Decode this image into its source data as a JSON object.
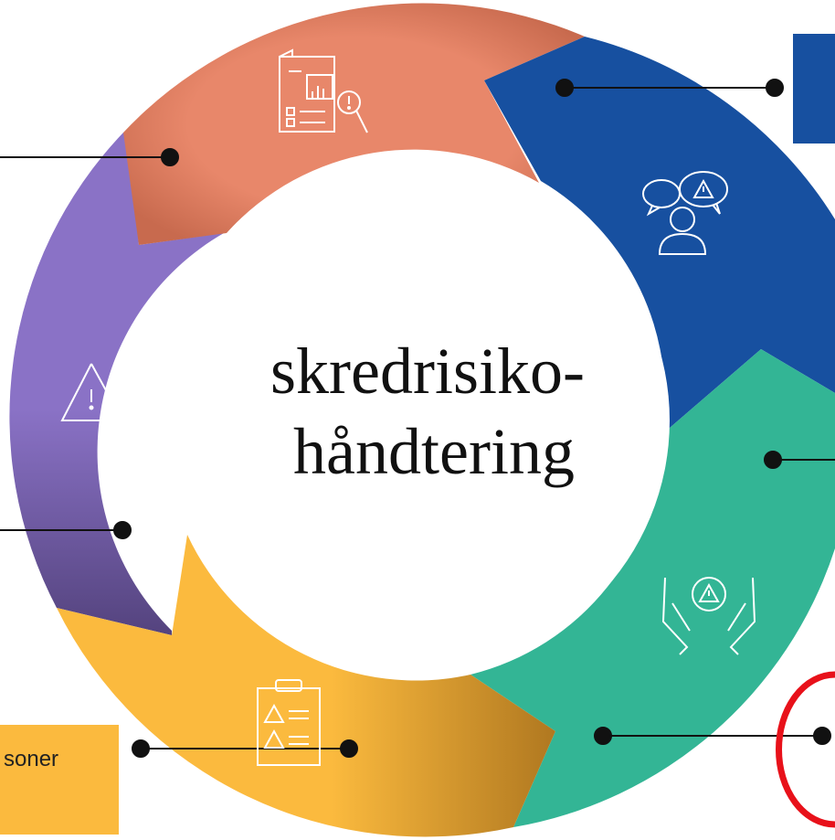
{
  "center": {
    "line1": "skredrisiko-",
    "line2": "håndtering"
  },
  "segments": [
    {
      "name": "analysis",
      "color": "#E8876A",
      "icon": "report-analysis-icon"
    },
    {
      "name": "communication",
      "color": "#1750A0",
      "icon": "person-speech-warning-icon"
    },
    {
      "name": "mitigation",
      "color": "#33B595",
      "icon": "hands-warning-icon"
    },
    {
      "name": "checklist",
      "color": "#FBBA3E",
      "icon": "clipboard-warning-icon"
    },
    {
      "name": "assessment",
      "color": "#8A72C6",
      "icon": "warning-magnifier-icon"
    }
  ],
  "labels": {
    "bottom_left_partial": "soner"
  },
  "colors": {
    "connector": "#111111",
    "highlight_ring": "#E8111A",
    "label_box_blue": "#1750A0",
    "label_box_yellow": "#FBBA3E"
  }
}
